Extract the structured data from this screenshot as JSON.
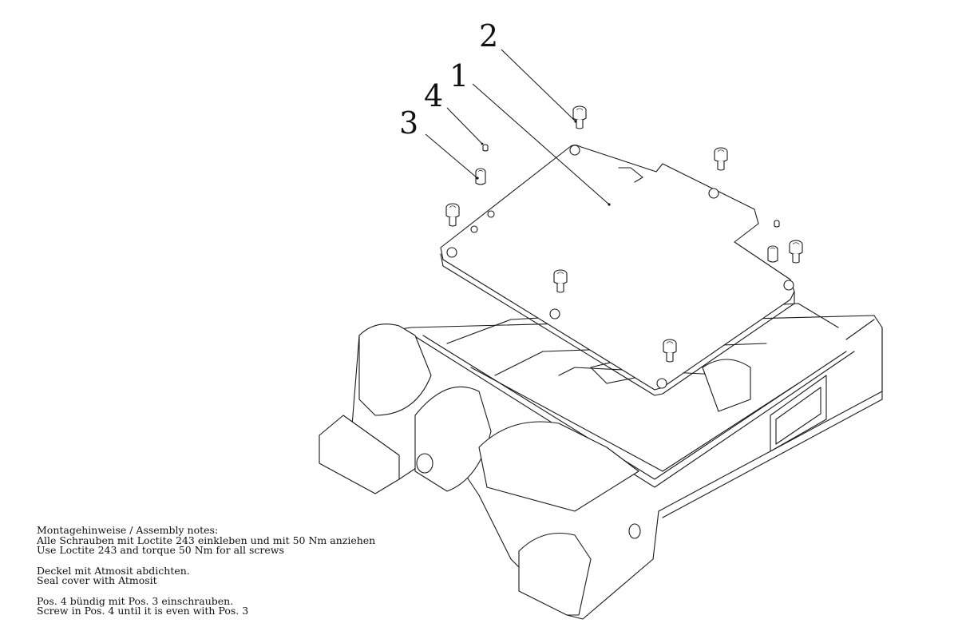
{
  "drawing": {
    "position_labels": {
      "pos1": "1",
      "pos2": "2",
      "pos3": "3",
      "pos4": "4"
    }
  },
  "notes": {
    "heading": "Montagehinweise / Assembly notes:",
    "line1_de": "Alle Schrauben mit Loctite 243 einkleben und mit 50 Nm anziehen",
    "line1_en": "Use Loctite 243 and torque 50 Nm for all screws",
    "line2_de": "Deckel mit Atmosit abdichten.",
    "line2_en": "Seal cover with Atmosit",
    "line3_de": "Pos. 4 bündig mit Pos. 3 einschrauben.",
    "line3_en": "Screw in Pos. 4 until it is even with Pos. 3"
  }
}
